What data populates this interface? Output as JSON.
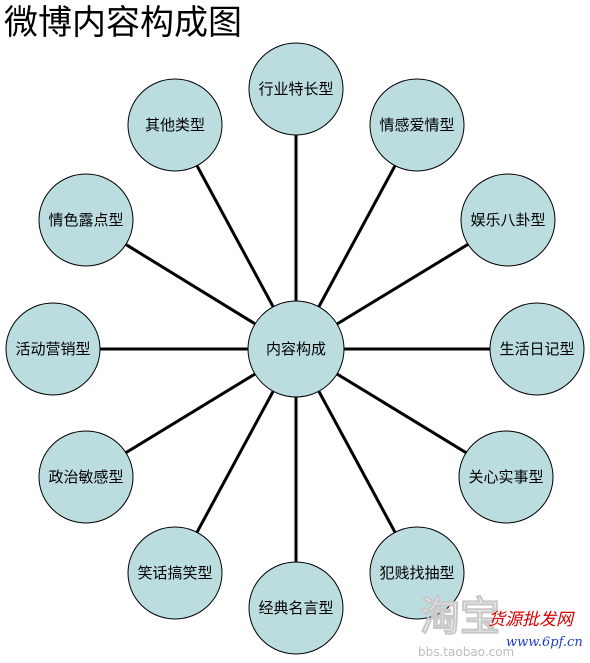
{
  "title": "微博内容构成图",
  "center": {
    "label": "内容构成"
  },
  "nodes": [
    {
      "id": "hangye",
      "label": "行业特长型"
    },
    {
      "id": "qinggan",
      "label": "情感爱情型"
    },
    {
      "id": "yule",
      "label": "娱乐八卦型"
    },
    {
      "id": "shenghuo",
      "label": "生活日记型"
    },
    {
      "id": "guanxin",
      "label": "关心实事型"
    },
    {
      "id": "fanjian",
      "label": "犯贱找抽型"
    },
    {
      "id": "jingdian",
      "label": "经典名言型"
    },
    {
      "id": "xiaohua",
      "label": "笑话搞笑型"
    },
    {
      "id": "zhengzhi",
      "label": "政治敏感型"
    },
    {
      "id": "huodong",
      "label": "活动营销型"
    },
    {
      "id": "qingse",
      "label": "情色露点型"
    },
    {
      "id": "qita",
      "label": "其他类型"
    }
  ],
  "colors": {
    "node_fill": "#bcdde0",
    "node_stroke": "#000000",
    "line": "#000000"
  },
  "watermark": {
    "logo_text": "淘宝",
    "url": "bbs.taobao.com",
    "brand": "货源批发网",
    "site": "www.6pf.cn"
  }
}
